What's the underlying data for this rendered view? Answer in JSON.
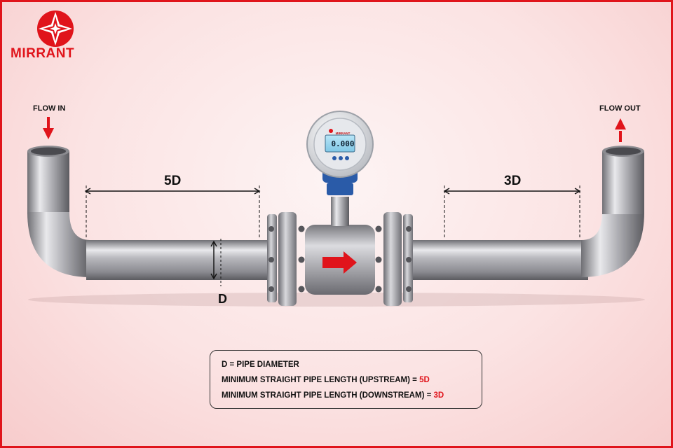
{
  "brand": {
    "name": "MIRRANT"
  },
  "flow": {
    "in_label": "FLOW IN",
    "out_label": "FLOW OUT"
  },
  "dimensions": {
    "upstream": "5D",
    "downstream": "3D",
    "diameter": "D"
  },
  "meter": {
    "display_value": "0.000",
    "brand": "MIRRANT"
  },
  "legend": {
    "line1": "D = PIPE DIAMETER",
    "line2_text": "MINIMUM STRAIGHT PIPE LENGTH (UPSTREAM) = ",
    "line2_value": "5D",
    "line3_text": "MINIMUM STRAIGHT PIPE LENGTH (DOWNSTREAM) = ",
    "line3_value": "3D"
  },
  "colors": {
    "accent": "#e0141b",
    "pipe_steel": "#a8a8ad",
    "meter_blue": "#2a5ba8",
    "text": "#111111"
  },
  "icons": [
    "mirrant-star-logo-icon",
    "flow-in-arrow-icon",
    "flow-out-arrow-icon",
    "flow-direction-arrow-icon"
  ]
}
